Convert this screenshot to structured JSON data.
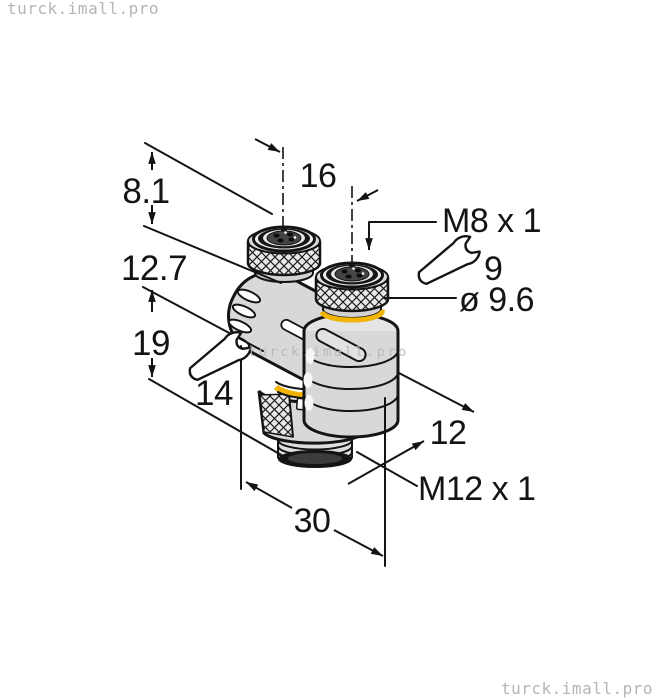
{
  "watermarks": {
    "top_left": "turck.imall.pro",
    "center": "turck.imall.pro",
    "bottom_right": "turck.imall.pro"
  },
  "dimensions": {
    "coupling_length": "8.1",
    "step_height": "12.7",
    "body_height": "19",
    "wrench_size_bottom": "14",
    "port_spacing": "16",
    "thread_top": "M8 x 1",
    "wrench_size_top": "9",
    "diameter_top": "ø 9.6",
    "thread_length_bottom": "12",
    "thread_bottom": "M12 x 1",
    "overall_width": "30"
  },
  "icons": {
    "wrench_top": "wrench-icon",
    "wrench_bottom": "wrench-icon"
  },
  "colors": {
    "line": "#141414",
    "body_fill": "#d8d8d8",
    "seal_yellow": "#f2b400",
    "watermark_gray": "#b5b5b5",
    "background": "#ffffff"
  }
}
